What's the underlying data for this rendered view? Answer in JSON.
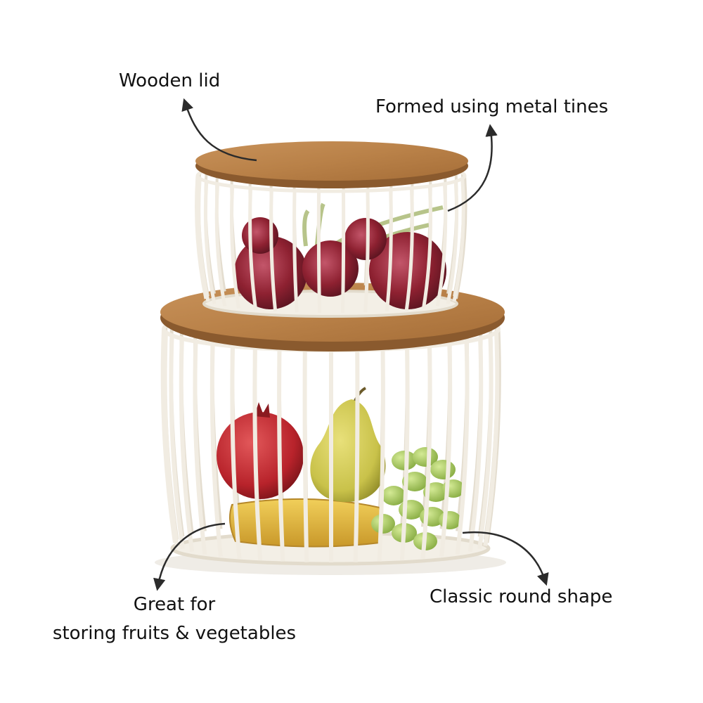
{
  "annotations": {
    "wooden_lid": "Wooden lid",
    "metal_tines": "Formed using metal tines",
    "storage_line1": "Great for",
    "storage_line2": "storing fruits & vegetables",
    "round_shape": "Classic round shape"
  },
  "colors": {
    "background": "#ffffff",
    "text": "#111111",
    "arrow": "#2b2b2b",
    "wood": "#b98148",
    "wood_edge": "#8a5a2e",
    "wire": "#ece6d9",
    "onion": "#8e2131",
    "pomegranate": "#b8232b",
    "pear": "#c9c24a",
    "banana": "#e2b63b",
    "grape": "#9fc15a"
  }
}
